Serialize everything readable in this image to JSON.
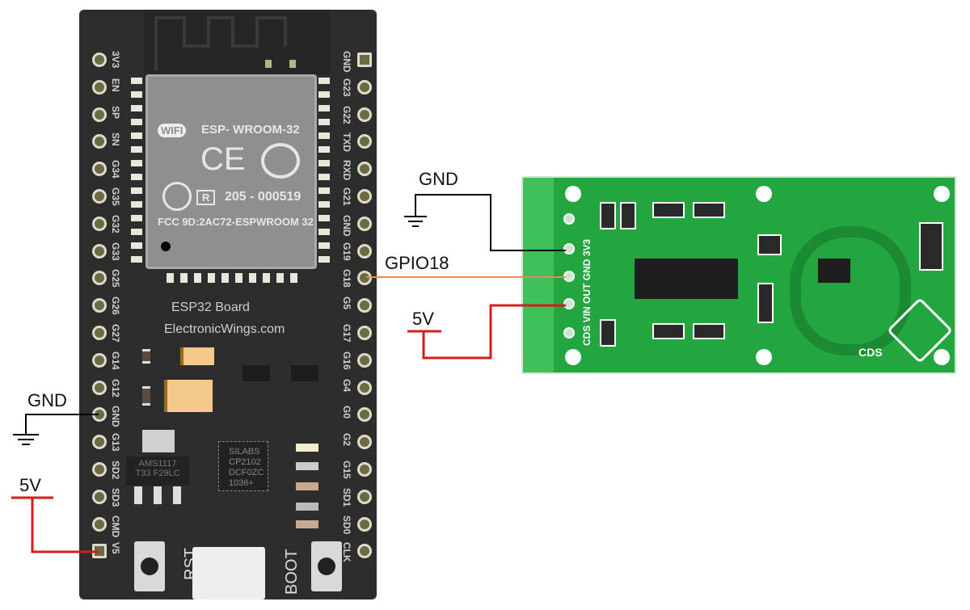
{
  "esp32": {
    "module_title": "ESP- WROOM-32",
    "wifi_logo": "WIFI",
    "ce_mark": "CE",
    "reg_mark": "R",
    "reg_number": "205 - 000519",
    "fcc": "FCC 9D:2AC72-ESPWROOM 32",
    "board_name": "ESP32 Board",
    "website": "ElectronicWings.com",
    "regulator": [
      "AMS1117",
      "T33 F29LC"
    ],
    "usb_chip": [
      "SILABS",
      "CP2102",
      "DCF0ZC",
      "1036+"
    ],
    "rst_label": "RST",
    "boot_label": "BOOT",
    "left_pins": [
      "3V3",
      "EN",
      "SP",
      "SN",
      "G34",
      "G35",
      "G32",
      "G33",
      "G25",
      "G26",
      "G27",
      "G14",
      "G12",
      "GND",
      "G13",
      "SD2",
      "SD3",
      "CMD",
      "V5"
    ],
    "right_pins": [
      "GND",
      "G23",
      "G22",
      "TXD",
      "RXD",
      "G21",
      "GND",
      "G19",
      "G18",
      "G5",
      "G17",
      "G16",
      "G4",
      "G0",
      "G2",
      "G15",
      "SD1",
      "SD0",
      "CLK"
    ]
  },
  "radar": {
    "pin_labels": [
      "CDS",
      "VIN",
      "OUT",
      "GND",
      "3V3"
    ],
    "cds_label": "CDS"
  },
  "wires": {
    "left_gnd": "GND",
    "left_5v": "5V",
    "radar_gnd": "GND",
    "gpio": "GPIO18",
    "radar_5v": "5V",
    "colors": {
      "gnd": "#000000",
      "signal": "#f08a4b",
      "power": "#d81c1c"
    }
  }
}
